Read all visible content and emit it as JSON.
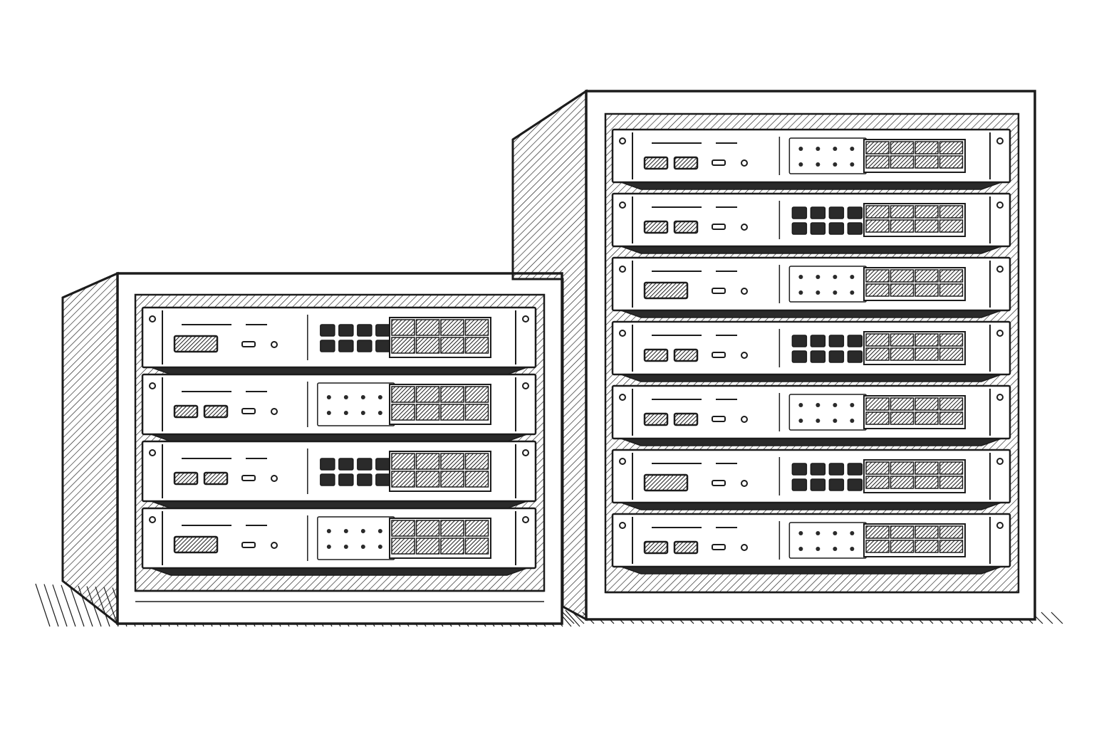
{
  "scene": {
    "background": "#ffffff",
    "ink": "#1c1c1c",
    "fill": "#ffffff",
    "shade": "#2a2a2a"
  },
  "racks": [
    {
      "id": "left",
      "units": 4
    },
    {
      "id": "right",
      "units": 7
    }
  ]
}
